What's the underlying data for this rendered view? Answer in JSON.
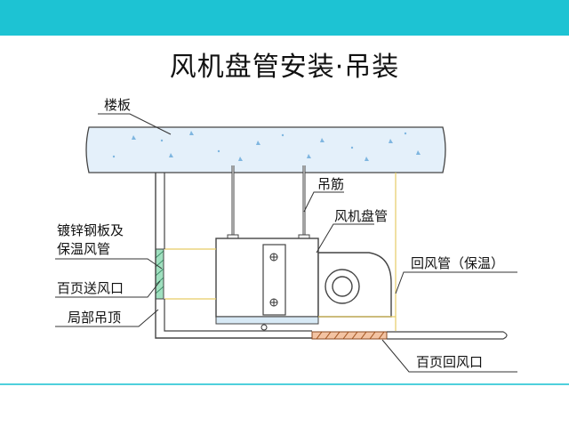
{
  "slide": {
    "title": "风机盘管安装·吊装",
    "accent_color": "#1dc3d3"
  },
  "labels": {
    "floor_slab": "楼板",
    "hanger_rod": "吊筋",
    "fan_coil": "风机盘管",
    "galvanized_duct_line1": "镀锌钢板及",
    "galvanized_duct_line2": "保温风管",
    "supply_louver": "百页送风口",
    "local_ceiling": "局部吊顶",
    "return_duct": "回风管（保温）",
    "return_louver": "百页回风口"
  }
}
